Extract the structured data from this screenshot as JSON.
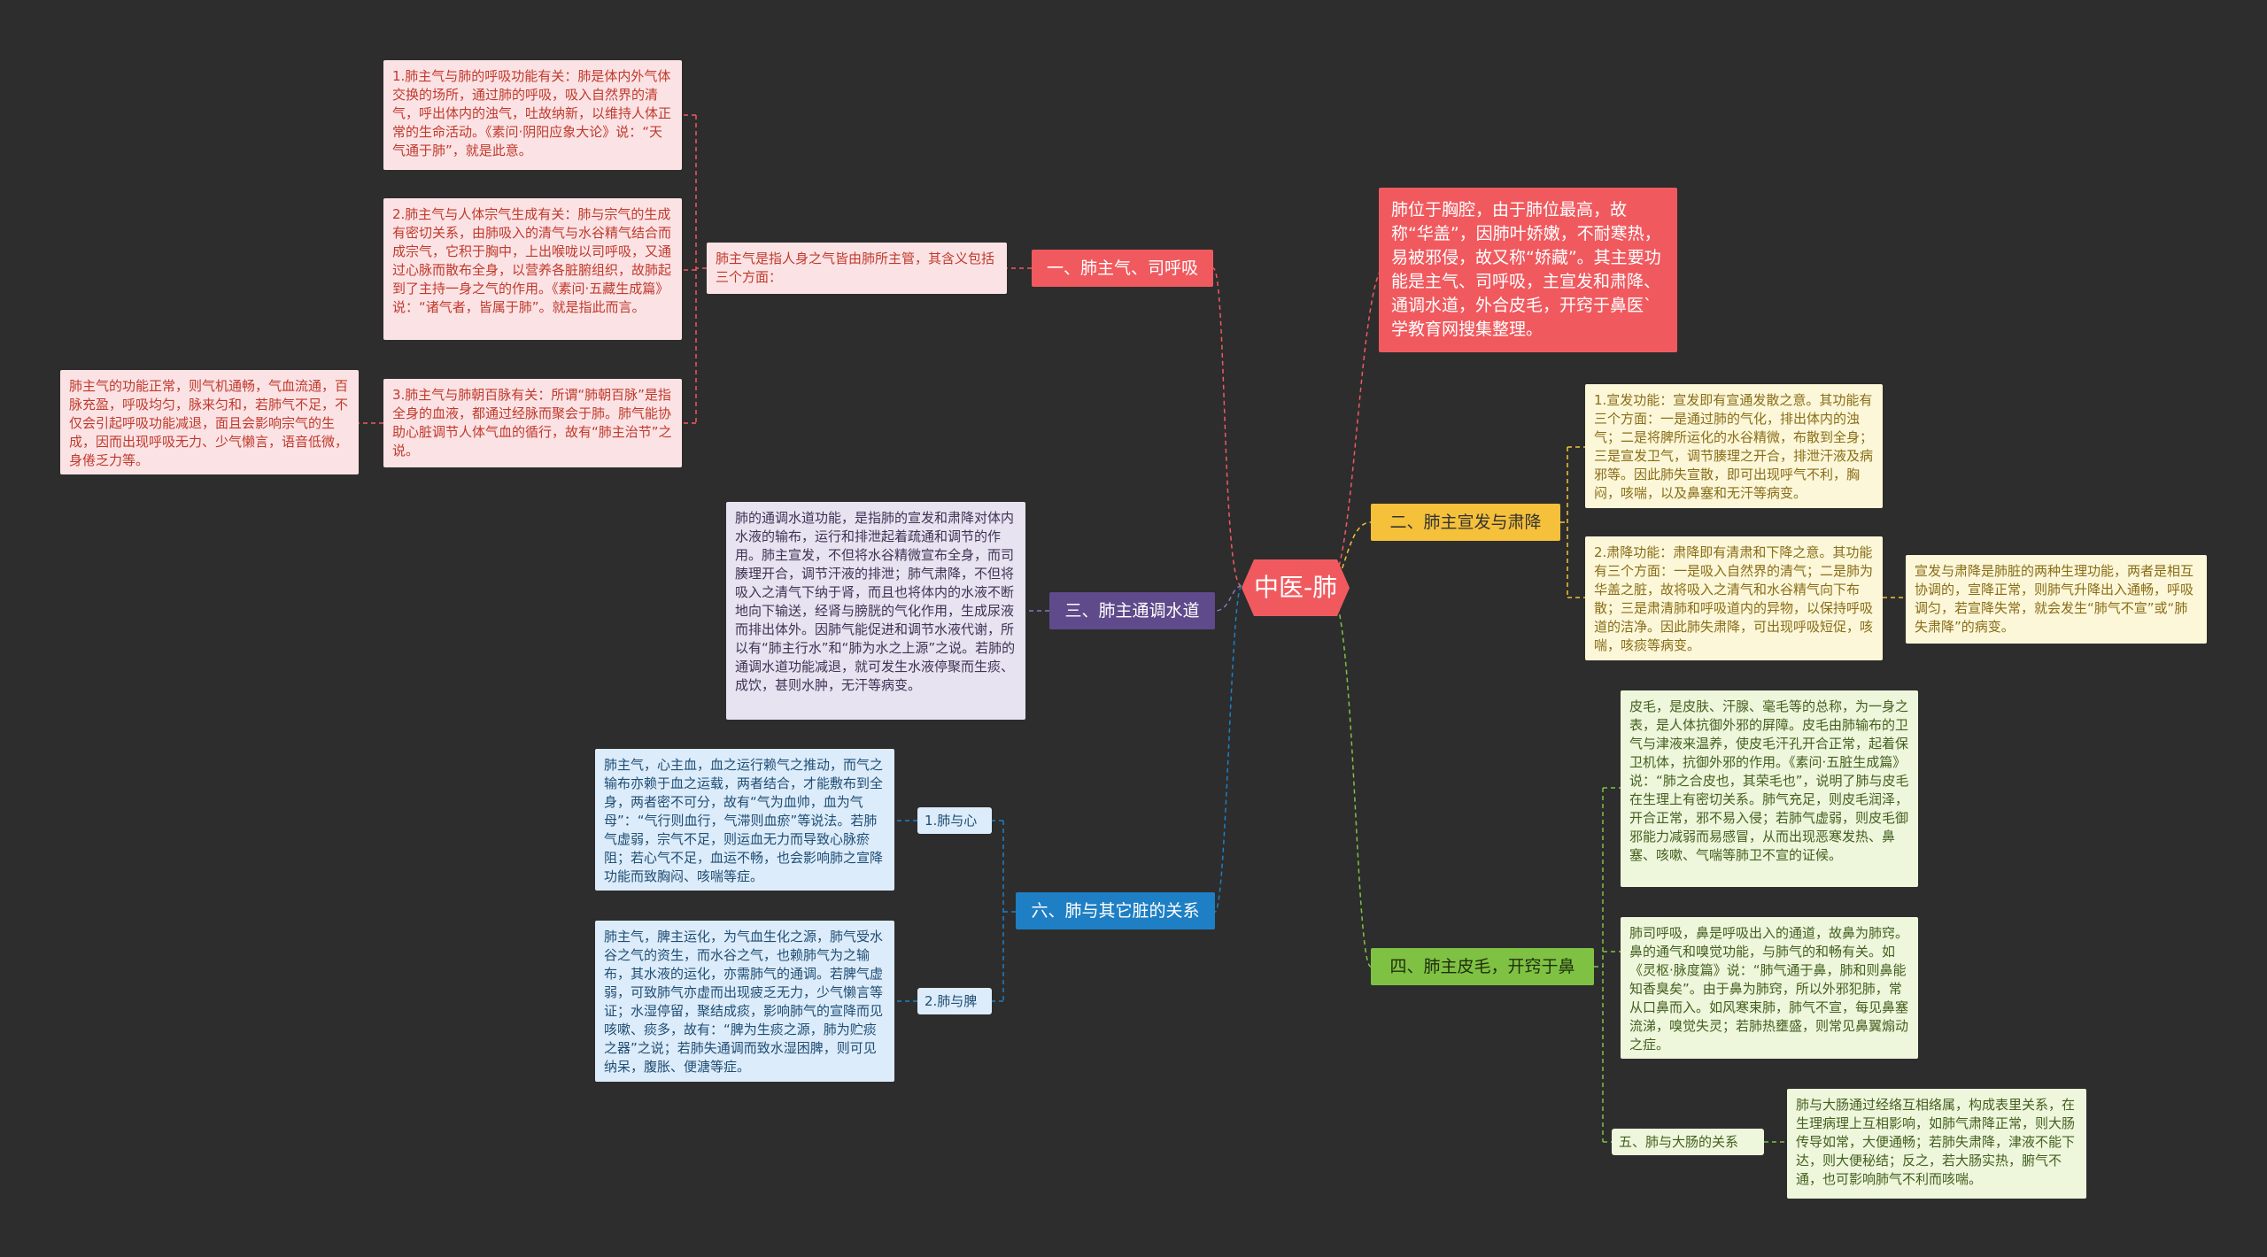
{
  "center": {
    "label": "中医-肺",
    "color": "#f05a5f"
  },
  "colors": {
    "red": "#f05a5f",
    "yellow": "#f5c03a",
    "purple": "#5f4a8b",
    "blue": "#1e7fc4",
    "green": "#7fc243",
    "pink_bg": "#fbe3e5",
    "connector": "#666666"
  },
  "intro": "肺位于胸腔，由于肺位最高，故称“华盖”，因肺叶娇嫩，不耐寒热，易被邪侵，故又称“娇藏”。其主要功能是主气、司呼吸，主宣发和肃降、通调水道，外合皮毛，开窍于鼻医`学教育网搜集整理。",
  "branch1": {
    "label": "一、肺主气、司呼吸",
    "summary": "肺主气是指人身之气皆由肺所主管，其含义包括三个方面：",
    "items": [
      "1.肺主气与肺的呼吸功能有关：肺是体内外气体交换的场所，通过肺的呼吸，吸入自然界的清气，呼出体内的浊气，吐故纳新，以维持人体正常的生命活动。《素问·阴阳应象大论》说：“天气通于肺”，就是此意。",
      "2.肺主气与人体宗气生成有关：肺与宗气的生成有密切关系，由肺吸入的清气与水谷精气结合而成宗气，它积于胸中，上出喉咙以司呼吸，又通过心脉而散布全身，以营养各脏腑组织，故肺起到了主持一身之气的作用。《素问·五藏生成篇》说：“诸气者，皆属于肺”。就是指此而言。",
      "3.肺主气与肺朝百脉有关：所谓“肺朝百脉”是指全身的血液，都通过经脉而聚会于肺。肺气能协助心脏调节人体气血的循行，故有“肺主治节”之说。"
    ],
    "detail": "肺主气的功能正常，则气机通畅，气血流通，百脉充盈，呼吸均匀，脉来匀和，若肺气不足，不仅会引起呼吸功能减退，面且会影响宗气的生成，因而出现呼吸无力、少气懒言，语音低微，身倦乏力等。"
  },
  "branch2": {
    "label": "二、肺主宣发与肃降",
    "items": [
      "1.宣发功能：宣发即有宣通发散之意。其功能有三个方面：一是通过肺的气化，排出体内的浊气；二是将脾所运化的水谷精微，布散到全身；三是宣发卫气，调节腠理之开合，排泄汗液及病邪等。因此肺失宣散，即可出现呼气不利，胸闷，咳喘，以及鼻塞和无汗等病变。",
      "2.肃降功能：肃降即有清肃和下降之意。其功能有三个方面：一是吸入自然界的清气；二是肺为华盖之脏，故将吸入之清气和水谷精气向下布散；三是肃清肺和呼吸道内的异物，以保持呼吸道的洁净。因此肺失肃降，可出现呼吸短促，咳喘，咳痰等病变。"
    ],
    "note": "宣发与肃降是肺脏的两种生理功能，两者是相互协调的，宣降正常，则肺气升降出入通畅，呼吸调匀，若宣降失常，就会发生“肺气不宣”或“肺失肃降”的病变。"
  },
  "branch3": {
    "label": "三、肺主通调水道",
    "text": "肺的通调水道功能，是指肺的宣发和肃降对体内水液的输布，运行和排泄起着疏通和调节的作用。肺主宣发，不但将水谷精微宣布全身，而司腠理开合，调节汗液的排泄；肺气肃降，不但将吸入之清气下纳于肾，而且也将体内的水液不断地向下输送，经肾与膀胱的气化作用，生成尿液而排出体外。因肺气能促进和调节水液代谢，所以有“肺主行水”和“肺为水之上源”之说。若肺的通调水道功能减退，就可发生水液停聚而生痰、成饮，甚则水肿，无汗等病变。"
  },
  "branch4": {
    "label": "四、肺主皮毛，开窍于鼻",
    "items": [
      "皮毛，是皮肤、汗腺、毫毛等的总称，为一身之表，是人体抗御外邪的屏障。皮毛由肺输布的卫气与津液来温养，使皮毛汗孔开合正常，起着保卫机体，抗御外邪的作用。《素问·五脏生成篇》说：“肺之合皮也，其荣毛也”，说明了肺与皮毛在生理上有密切关系。肺气充足，则皮毛润泽，开合正常，邪不易入侵；若肺气虚弱，则皮毛御邪能力减弱而易感冒，从而出现恶寒发热、鼻塞、咳嗽、气喘等肺卫不宣的证候。",
      "肺司呼吸，鼻是呼吸出入的通道，故鼻为肺窍。鼻的通气和嗅觉功能，与肺气的和畅有关。如《灵枢·脉度篇》说：“肺气通于鼻，肺和则鼻能知香臭矣”。由于鼻为肺窍，所以外邪犯肺，常从口鼻而入。如风寒束肺，肺气不宣，每见鼻塞流涕，嗅觉失灵；若肺热壅盛，则常见鼻翼煽动之症。"
    ],
    "sub": {
      "label": "五、肺与大肠的关系",
      "text": "肺与大肠通过经络互相络属，构成表里关系，在生理病理上互相影响，如肺气肃降正常，则大肠传导如常，大便通畅；若肺失肃降，津液不能下达，则大便秘结；反之，若大肠实热，腑气不通，也可影响肺气不利而咳喘。"
    }
  },
  "branch6": {
    "label": "六、肺与其它脏的关系",
    "items": [
      {
        "label": "1.肺与心",
        "text": "肺主气，心主血，血之运行赖气之推动，而气之输布亦赖于血之运载，两者结合，才能敷布到全身，两者密不可分，故有“气为血帅，血为气母”：“气行则血行，气滞则血瘀”等说法。若肺气虚弱，宗气不足，则运血无力而导致心脉瘀阻；若心气不足，血运不畅，也会影响肺之宣降功能而致胸闷、咳喘等症。"
      },
      {
        "label": "2.肺与脾",
        "text": "肺主气，脾主运化，为气血生化之源，肺气受水谷之气的资生，而水谷之气，也赖肺气为之输布，其水液的运化，亦需肺气的通调。若脾气虚弱，可致肺气亦虚而出现疲乏无力，少气懒言等证；水湿停留，聚结成痰，影响肺气的宣降而见咳嗽、痰多，故有：“脾为生痰之源，肺为贮痰之器”之说；若肺失通调而致水湿困脾，则可见纳呆，腹胀、便溏等症。"
      }
    ]
  }
}
